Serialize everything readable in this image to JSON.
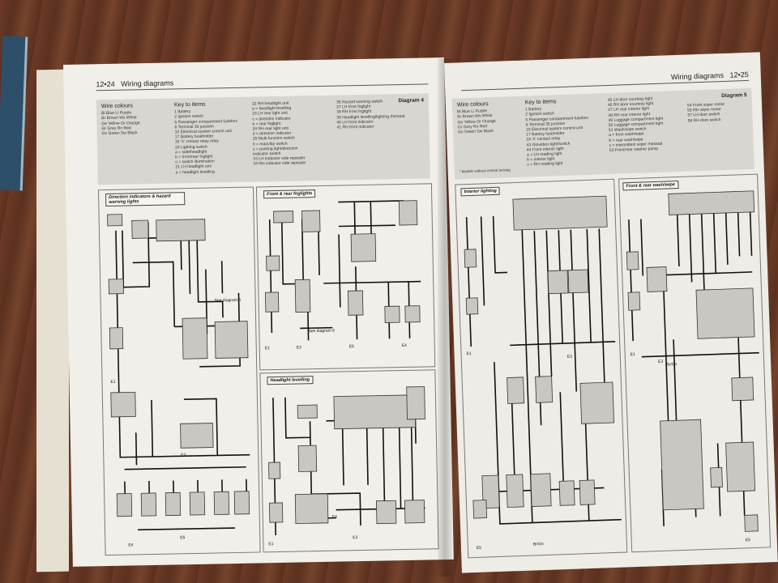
{
  "left_page": {
    "page_number": "12•24",
    "running_title": "Wiring diagrams",
    "diagram_label": "Diagram 4",
    "wire_colours_title": "Wire colours",
    "wire_colours": [
      "Bl   Blue     Li   Purple",
      "Br   Brown   Ws   White",
      "Ge   Yellow   Or   Orange",
      "Gr   Grey     Ro   Red",
      "Gn   Green   Sw   Black"
    ],
    "key_title": "Key to items",
    "key_col1": [
      "1   Battery",
      "2   Ignition switch",
      "5   Passenger compartment fusebox",
      "6   Terminal 30 junction",
      "10  Electrical system control unit",
      "17  Battery fuseholder",
      "18  'X' contact relay relay",
      "20  Lighting switch",
      "      a = side/headlight",
      "      b = front/rear foglight",
      "      c = switch illumination",
      "21  LH headlight unit",
      "      a = headlight levelling"
    ],
    "key_col2": [
      "22  RH headlight unit",
      "      a = headlight levelling",
      "23  LH rear light unit",
      "      c = direction indicator",
      "      e = rear foglight",
      "24  RH rear light unit",
      "      d = direction indicator",
      "25  Multi-function switch",
      "      b = main/dip switch",
      "      c = parking light/direction",
      "            indicator switch",
      "33  LH indicator side repeater",
      "34  RH indicator side repeater"
    ],
    "key_col3": [
      "35  Hazard warning switch",
      "37  LH front foglight",
      "38  RH front foglight",
      "39  Headlight levelling/lighting rheostat",
      "40  LH front indicator",
      "41  RH front indicator"
    ],
    "panels": {
      "direction": "Direction indicators & hazard warning lights",
      "foglights": "Front & rear foglights",
      "levelling": "Headlight levelling"
    }
  },
  "right_page": {
    "page_number": "12•25",
    "running_title": "Wiring diagrams",
    "diagram_label": "Diagram 5",
    "wire_colours_title": "Wire colours",
    "wire_colours": [
      "Bl   Blue     Li   Purple",
      "Br   Brown   Ws   White",
      "Ge   Yellow   Or   Orange",
      "Gr   Grey     Ro   Red",
      "Gn   Green   Sw   Black"
    ],
    "key_title": "Key to items",
    "key_col1": [
      "1   Battery",
      "2   Ignition switch",
      "5   Passenger compartment fusebox",
      "6   Terminal 30 junction",
      "10  Electrical system control unit",
      "17  Battery fuseholder",
      "18  'X' contact relay",
      "43  Glovebox light/switch",
      "44  Front interior light",
      "      a = LH reading light",
      "      b = interior light",
      "      c = RH reading light"
    ],
    "key_col2": [
      "45  LH door courtesy light",
      "46  RH door courtesy light",
      "47  LH rear interior light",
      "48  RH rear interior light",
      "49  Luggage compartment light",
      "50  Luggage compartment light",
      "51  Wash/wipe switch",
      "      a = front wash/wipe",
      "      b = rear wash/wipe",
      "      c = intermittent wiper rheostat",
      "53  Front/rear washer pump"
    ],
    "key_col3": [
      "54  Front wiper motor",
      "55  RH wiper motor",
      "57  LH door switch",
      "58  RH door switch"
    ],
    "footnote": "* Models without central locking",
    "panels": {
      "interior": "Interior lighting",
      "washwipe": "Front & rear wash/wipe"
    }
  },
  "colors": {
    "table": "#5c311f",
    "page": "#f1efe9",
    "keybox": "#d8d6d0",
    "component": "#c9c7c2"
  }
}
